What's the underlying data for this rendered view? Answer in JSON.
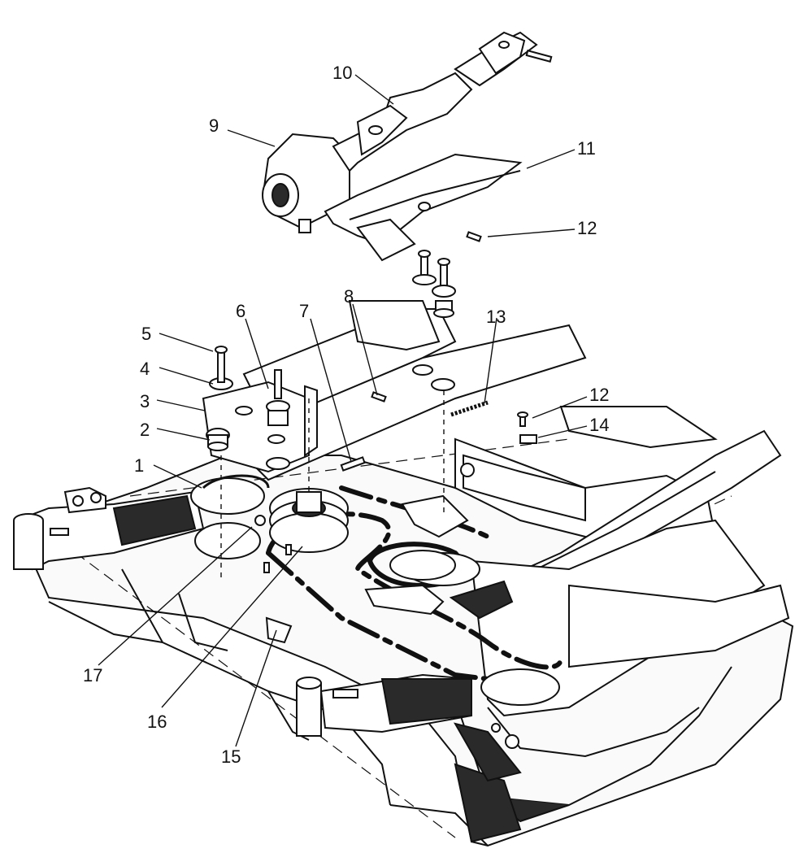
{
  "diagram": {
    "callouts": [
      {
        "id": "1",
        "label": "1"
      },
      {
        "id": "2",
        "label": "2"
      },
      {
        "id": "3",
        "label": "3"
      },
      {
        "id": "4",
        "label": "4"
      },
      {
        "id": "5",
        "label": "5"
      },
      {
        "id": "6",
        "label": "6"
      },
      {
        "id": "7",
        "label": "7"
      },
      {
        "id": "8",
        "label": "8"
      },
      {
        "id": "9",
        "label": "9"
      },
      {
        "id": "10",
        "label": "10"
      },
      {
        "id": "11",
        "label": "11"
      },
      {
        "id": "12a",
        "label": "12"
      },
      {
        "id": "12b",
        "label": "12"
      },
      {
        "id": "13",
        "label": "13"
      },
      {
        "id": "14",
        "label": "14"
      },
      {
        "id": "15",
        "label": "15"
      },
      {
        "id": "16",
        "label": "16"
      },
      {
        "id": "17",
        "label": "17"
      }
    ],
    "colors": {
      "line": "#111111",
      "fill_dark": "#2a2a2a",
      "fill_mid": "#9a9a9a",
      "fill_light": "#d0d0d0",
      "background": "#ffffff"
    }
  }
}
